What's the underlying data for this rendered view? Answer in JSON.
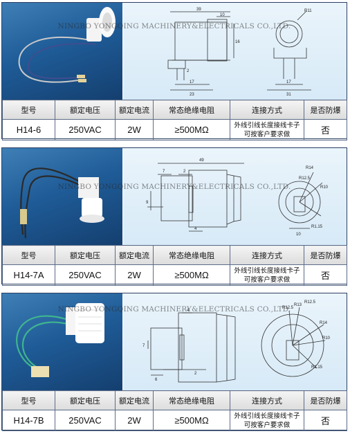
{
  "watermark": "NINGBO YONGQING MACHINERY&ELECTRICALS CO.,LTD.",
  "table_headers": [
    "型号",
    "额定电压",
    "额定电流",
    "常态绝缘电阻",
    "连接方式",
    "是否防爆"
  ],
  "products": [
    {
      "model": "H14-6",
      "voltage": "250VAC",
      "current": "2W",
      "resistance": "≥500MΩ",
      "connection_line1": "外线引线长度接线卡子",
      "connection_line2": "可按客户要求做",
      "explosion_proof": "否",
      "dims": {
        "d1": "39",
        "d2": "10",
        "d3": "16",
        "d4": "17",
        "d5": "23",
        "d6": "17",
        "d7": "31",
        "d8": "R11",
        "d9": "2"
      }
    },
    {
      "model": "H14-7A",
      "voltage": "250VAC",
      "current": "2W",
      "resistance": "≥500MΩ",
      "connection_line1": "外线引线长度接线卡子",
      "connection_line2": "可按客户要求做",
      "explosion_proof": "否",
      "dims": {
        "d1": "49",
        "d2": "7",
        "d3": "2",
        "d4": "9",
        "d5": "4",
        "d6": "R14",
        "d7": "R12.5",
        "d8": "R10",
        "d9": "R1.15",
        "d10": "10"
      }
    },
    {
      "model": "H14-7B",
      "voltage": "250VAC",
      "current": "2W",
      "resistance": "≥500MΩ",
      "connection_line1": "外线引线长度接线卡子",
      "connection_line2": "可按客户要求做",
      "explosion_proof": "否",
      "dims": {
        "d1": "4",
        "d2": "7",
        "d3": "6",
        "d4": "2",
        "d5": "R14",
        "d6": "R10",
        "d7": "R1.15",
        "d8": "R12.5",
        "d9": "R13",
        "d10": "R12.5"
      }
    }
  ]
}
